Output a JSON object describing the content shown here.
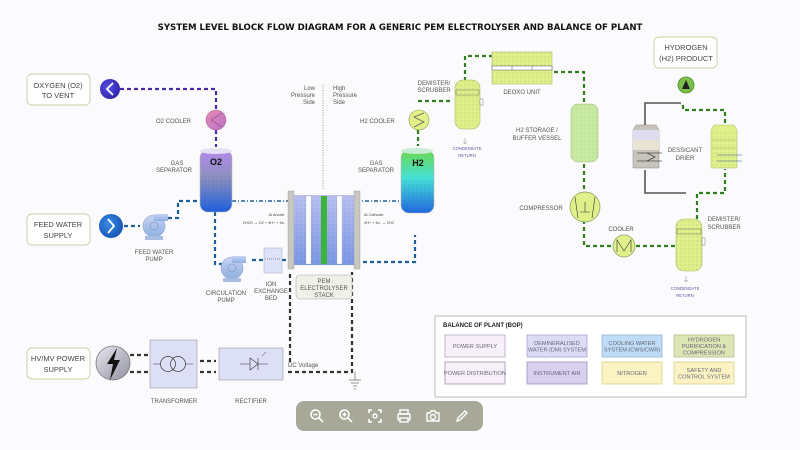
{
  "title": "SYSTEM LEVEL BLOCK FLOW DIAGRAM FOR A GENERIC PEM ELECTROLYSER AND BALANCE OF PLANT",
  "terminals": {
    "oxygen_vent": [
      "OXYGEN (O2)",
      "TO VENT"
    ],
    "feed_water": [
      "FEED WATER",
      "SUPPLY"
    ],
    "power_supply": [
      "HV/MV POWER",
      "SUPPLY"
    ],
    "hydrogen_product": [
      "HYDROGEN",
      "(H2) PRODUCT"
    ]
  },
  "labels": {
    "o2_cooler": "O2 COOLER",
    "gas_separator_o2": [
      "GAS",
      "SEPARATOR"
    ],
    "gas_separator_h2": [
      "GAS",
      "SEPARATOR"
    ],
    "o2_symbol": "O2",
    "h2_symbol": "H2",
    "feed_water_pump": [
      "FEED WATER",
      "PUMP"
    ],
    "circulation_pump": [
      "CIRCULATION",
      "PUMP"
    ],
    "ion_exchange_bed": [
      "ION",
      "EXCHANGE",
      "BED"
    ],
    "low_pressure_side": [
      "Low",
      "Pressure",
      "Side"
    ],
    "high_pressure_side": [
      "High",
      "Pressure",
      "Side"
    ],
    "anode_title": "At Anode:",
    "anode_eq": "2H2O → O2 + 4H+ + 4e-",
    "cathode_title": "At Cathode:",
    "cathode_eq": "4H+ + 4e- → 2H2",
    "stack": [
      "PEM",
      "ELECTROLYSER",
      "STACK"
    ],
    "h2_cooler": "H2 COOLER",
    "demister_top": [
      "DEMISTER/",
      "SCRUBBER"
    ],
    "condensate_top": [
      "CONDENSATE",
      "RETURN"
    ],
    "deoxo_unit": "DEOXO UNIT",
    "h2_storage": [
      "H2 STORAGE /",
      "BUFFER VESSEL"
    ],
    "compressor": "COMPRESSOR",
    "cooler": "COOLER",
    "demister_bottom": [
      "DEMISTER/",
      "SCRUBBER"
    ],
    "condensate_bottom": [
      "CONDENSATE",
      "RETURN"
    ],
    "dessicant_drier": [
      "DESSICANT",
      "DRIER"
    ],
    "transformer": "TRANSFORMER",
    "rectifier": "RECTIFIER",
    "dc_voltage": "DC Voltage"
  },
  "bop": {
    "title": "BALANCE OF PLANT (BOP)",
    "items": [
      {
        "lines": [
          "POWER SUPPLY"
        ],
        "fill": "#f7f0f8",
        "stroke": "#b9a9bf"
      },
      {
        "lines": [
          "DEMINERALISED",
          "WATER (DM) SYSTEM"
        ],
        "fill": "#dcdcf6",
        "stroke": "#a9a3d3"
      },
      {
        "lines": [
          "COOLING WATER",
          "SYSTEM (CWS/CWR)"
        ],
        "fill": "#bfdcf6",
        "stroke": "#8fb5d8"
      },
      {
        "lines": [
          "HYDROGEN",
          "PURIFICATION &",
          "COMPRESSION"
        ],
        "fill": "#dde6b5",
        "stroke": "#b5c08a"
      },
      {
        "lines": [
          "POWER DISTRIBUTION"
        ],
        "fill": "#f7f0f8",
        "stroke": "#9e93a8"
      },
      {
        "lines": [
          "INSTRUMENT AIR"
        ],
        "fill": "#d9d0f0",
        "stroke": "#9b8fbd"
      },
      {
        "lines": [
          "NITROGEN"
        ],
        "fill": "#fbf3c4",
        "stroke": "#ddd08f"
      },
      {
        "lines": [
          "SAFETY AND",
          "CONTROL SYSTEM"
        ],
        "fill": "#fbf3c4",
        "stroke": "#ddd08f"
      }
    ]
  },
  "toolbar": {
    "buttons": [
      "zoom-out",
      "zoom-in",
      "fit-screen",
      "print",
      "screenshot",
      "edit"
    ]
  },
  "colors": {
    "oxygen_line": "#4b2aa8",
    "water_line": "#1d5f9a",
    "hydrogen_line": "#2e7d1e",
    "power_line": "#333333"
  }
}
